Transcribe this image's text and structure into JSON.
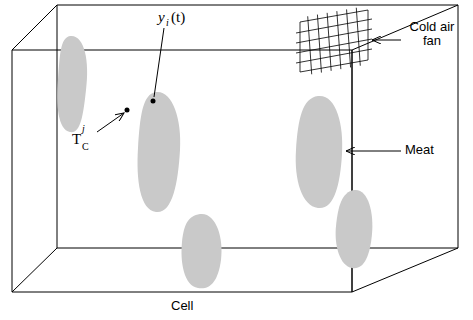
{
  "diagram": {
    "labels": [
      "Cold air fan",
      "y",
      "i",
      "(t)",
      "T",
      "j",
      "C",
      "Meat",
      "Cell"
    ]
  }
}
